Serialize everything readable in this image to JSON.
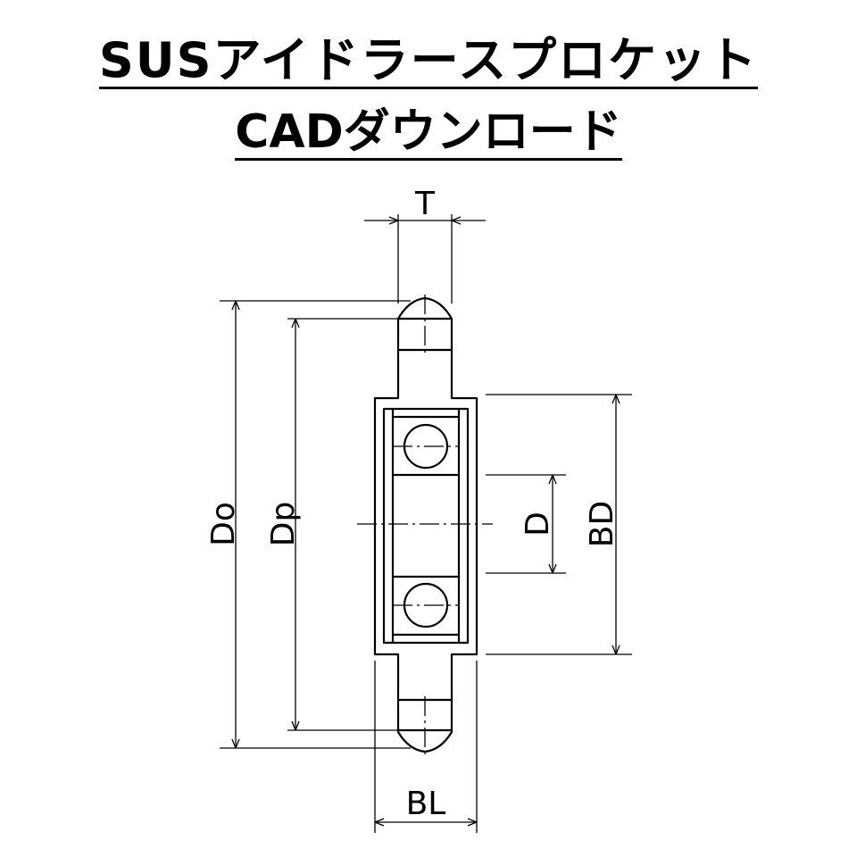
{
  "title": {
    "line1": "SUSアイドラースプロケット",
    "line2": "CADダウンロード"
  },
  "labels": {
    "T": "T",
    "Do": "Do",
    "Dp": "Dp",
    "D": "D",
    "BD": "BD",
    "BL": "BL"
  },
  "colors": {
    "line": "#000000",
    "background": "#ffffff"
  }
}
